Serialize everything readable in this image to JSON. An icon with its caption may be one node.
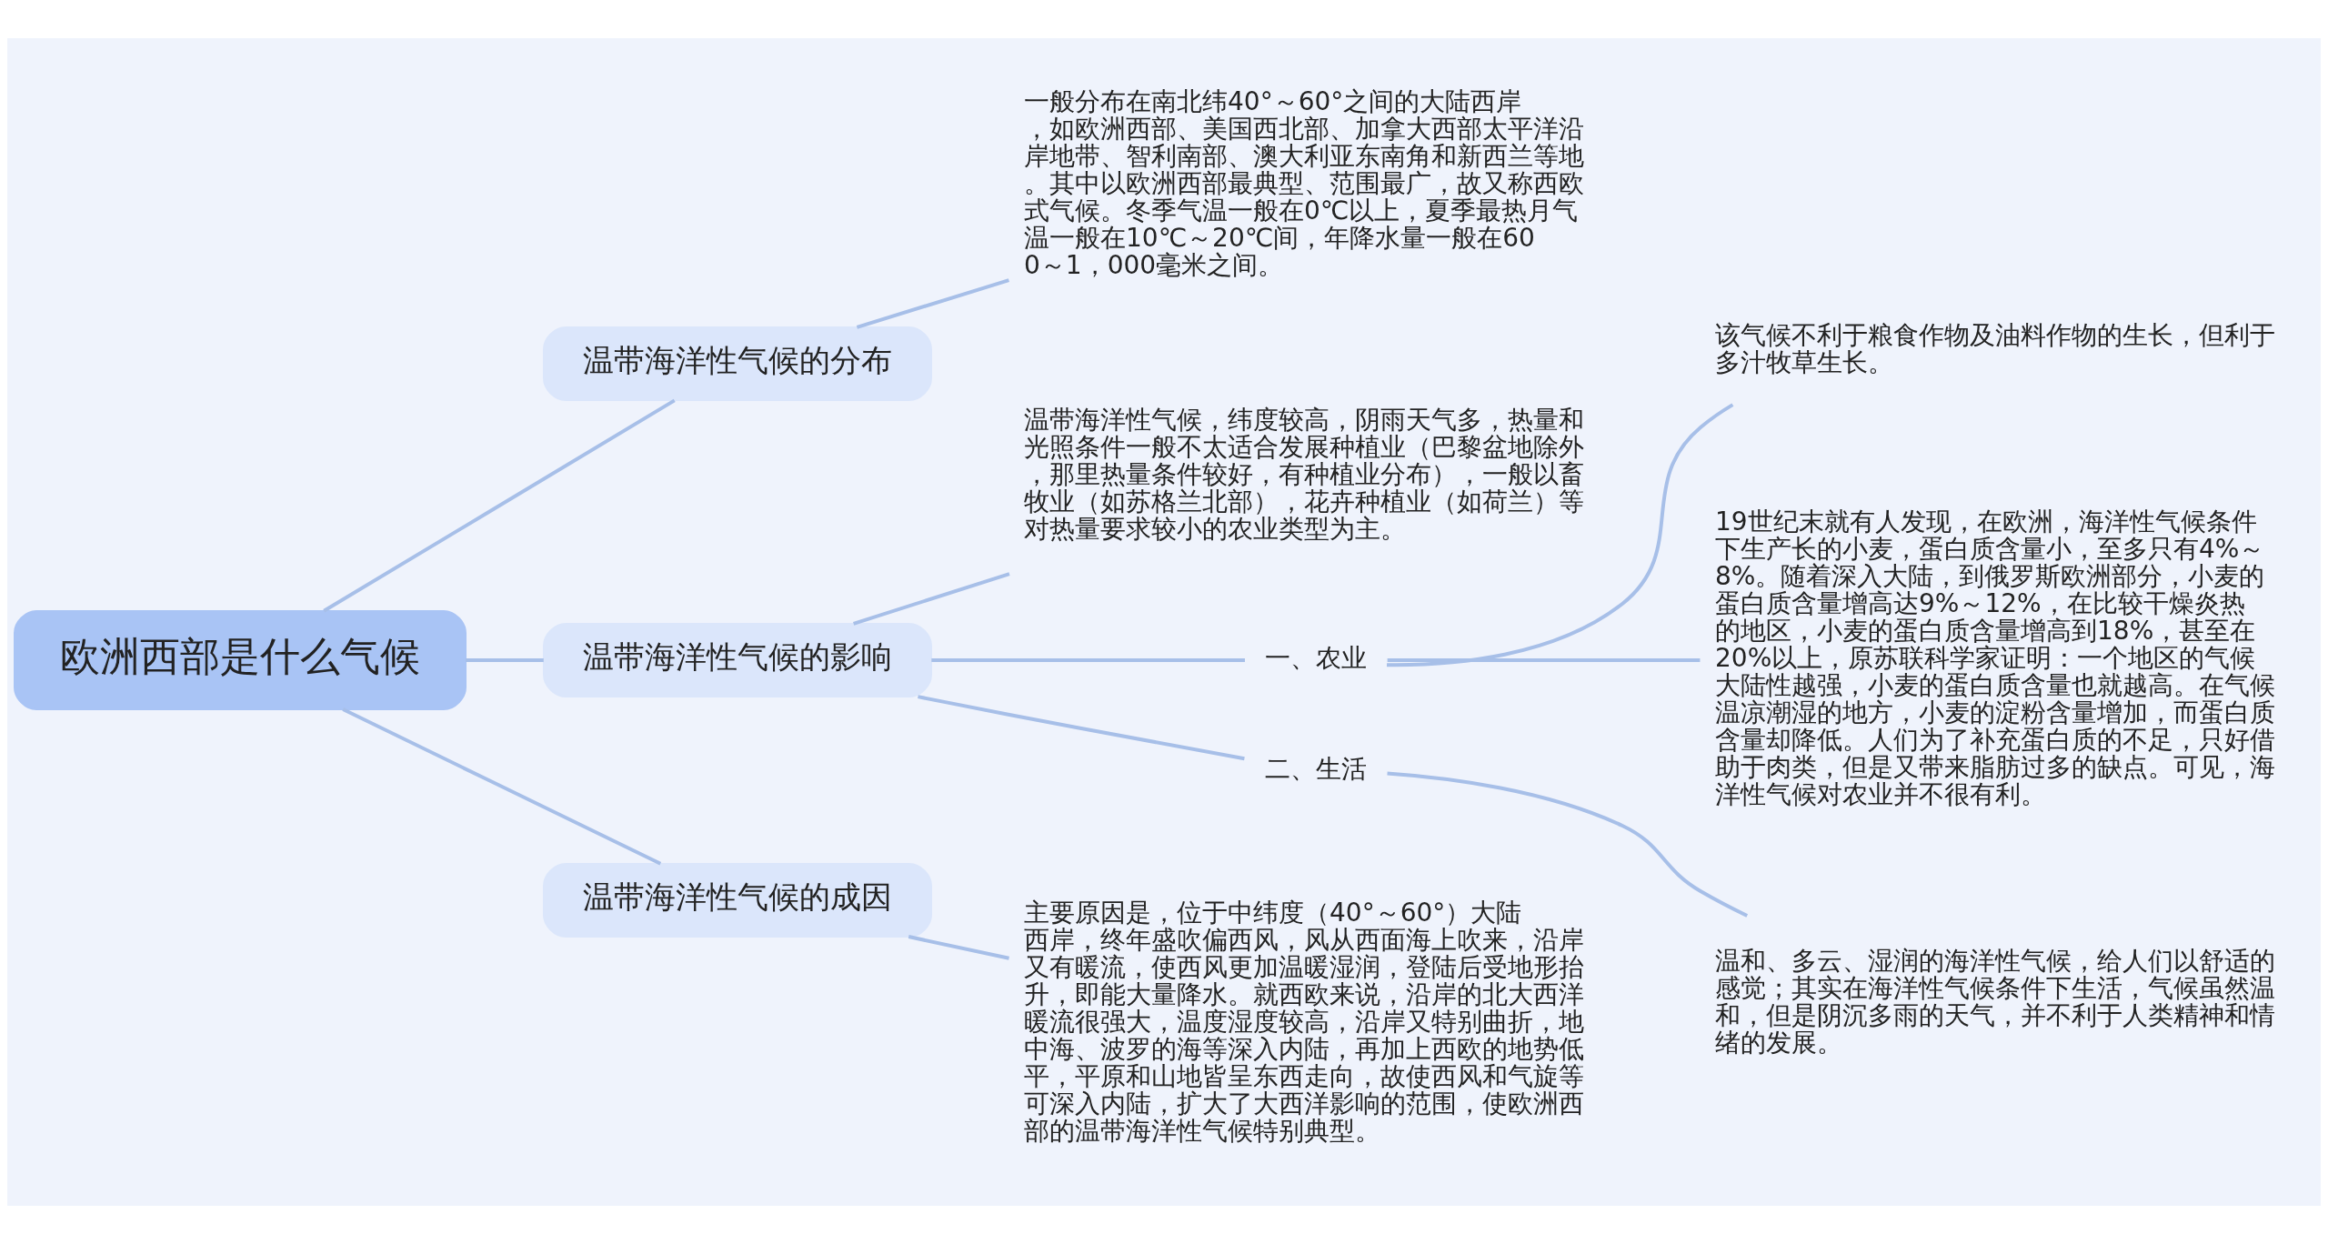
{
  "diagram": {
    "nodes": [
      {
        "text": [
          "欧洲西部是什么气候"
        ]
      },
      {
        "text": [
          "温带海洋性气候的分布"
        ]
      },
      {
        "text": [
          "一般分布在南北纬40°～60°之间的大陆西岸，如欧洲西部、美国西北部、加拿大西部太平洋沿岸地带、智利南部、澳大利亚东南角和新西兰等地。其中以欧洲西部最典型、范围最广，故又称西欧式气候。冬季气温一般在0℃以上，夏季最热月气温一般在10℃～20℃间，年降水量一般在600～1，000毫米之间。"
        ]
      },
      {
        "text": [
          "温带海洋性气候的影响"
        ]
      },
      {
        "text": [
          "温带海洋性气候，纬度较高，阴雨天气多，热量和光照条件一般不太适合发展种植业（巴黎盆地除外，那里热量条件较好，有种植业分布），一般以畜牧业（如苏格兰北部），花卉种植业（如荷兰）等对热量要求较小的农业类型为主。"
        ]
      },
      {
        "text": [
          "一、农业"
        ]
      },
      {
        "text": [
          "该气候不利于粮食作物及油料作物的生长，但利于多汁牧草生长。"
        ]
      },
      {
        "text": [
          "19世纪末就有人发现，在欧洲，海洋性气候条件下生产长的小麦，蛋白质含量小，至多只有4%～8%。随着深入大陆，到俄罗斯欧洲部分，小麦的蛋白质含量增高达9%～12%，在比较干燥炎热的地区，小麦的蛋白质含量增高到18%，甚至在20%以上，原苏联科学家证明：一个地区的气候大陆性越强，小麦的蛋白质含量也就越高。在气候温凉潮湿的地方，小麦的淀粉含量增加，而蛋白质含量却降低。人们为了补充蛋白质的不足，只好借助于肉类，但是又带来脂肪过多的缺点。可见，海洋性气候对农业并不很有利。"
        ]
      },
      {
        "text": [
          "二、生活"
        ]
      },
      {
        "text": [
          "温和、多云、湿润的海洋性气候，给人们以舒适的感觉；其实在海洋性气候条件下生活，气候虽然温和，但是阴沉多雨的天气，并不利于人类精神和情绪的发展。"
        ]
      },
      {
        "text": [
          "温带海洋性气候的成因"
        ]
      },
      {
        "text": [
          "主要原因是，位于中纬度（40°～60°）大陆西岸，终年盛吹偏西风，风从西面海上吹来，沿岸又有暖流，使西风更加温暖湿润，登陆后受地形抬升，即能大量降水。就西欧来说，沿岸的北大西洋暖流很强大，温度湿度较高，沿岸又特别曲折，地中海、波罗的海等深入内陆，再加上西欧的地势低平，平原和山地皆呈东西走向，故使西风和气旋等可深入内陆，扩大了大西洋影响的范围，使欧洲西部的温带海洋性气候特别典型。"
        ]
      }
    ],
    "edges": [
      {
        "from": 0,
        "to": 1,
        "arrow": "none"
      },
      {
        "from": 1,
        "to": 2,
        "arrow": "none"
      },
      {
        "from": 0,
        "to": 3,
        "arrow": "none"
      },
      {
        "from": 3,
        "to": 4,
        "arrow": "none"
      },
      {
        "from": 3,
        "to": 5,
        "arrow": "none"
      },
      {
        "from": 5,
        "to": 6,
        "arrow": "none"
      },
      {
        "from": 5,
        "to": 7,
        "arrow": "none"
      },
      {
        "from": 3,
        "to": 8,
        "arrow": "none"
      },
      {
        "from": 8,
        "to": 9,
        "arrow": "none"
      },
      {
        "from": 0,
        "to": 10,
        "arrow": "none"
      },
      {
        "from": 10,
        "to": 11,
        "arrow": "none"
      }
    ]
  }
}
